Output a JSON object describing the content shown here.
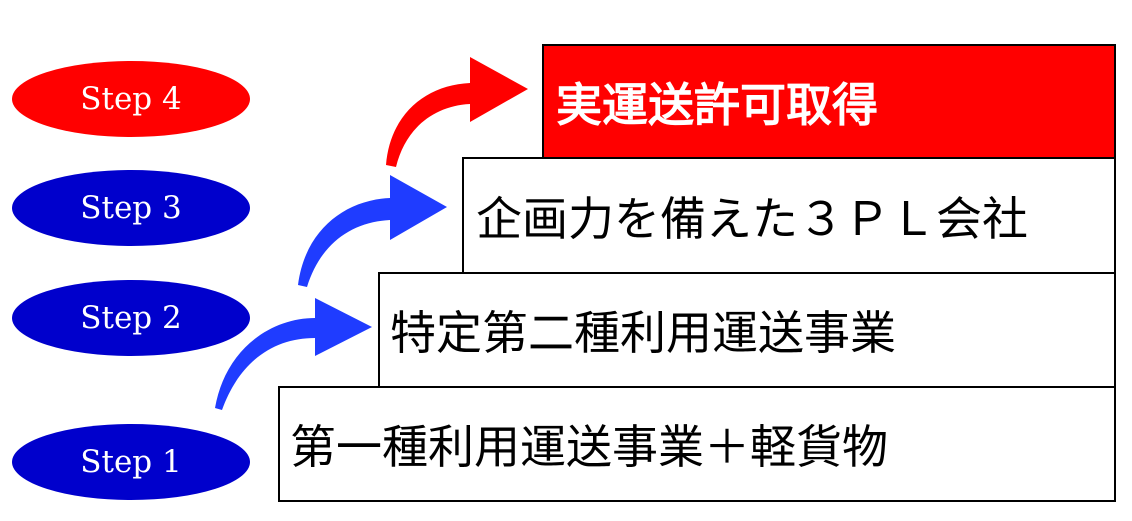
{
  "steps": [
    {
      "label": "Step 4",
      "fill": "#ff0000"
    },
    {
      "label": "Step 3",
      "fill": "#0000cc"
    },
    {
      "label": "Step 2",
      "fill": "#0000cc"
    },
    {
      "label": "Step 1",
      "fill": "#0000cc"
    }
  ],
  "stairs": [
    {
      "text": "実運送許可取得",
      "fill": "#ff0000",
      "text_color": "#ffffff",
      "bold": true
    },
    {
      "text": "企画力を備えた３ＰＬ会社",
      "fill": "#ffffff",
      "text_color": "#000000",
      "bold": false
    },
    {
      "text": "特定第二種利用運送事業",
      "fill": "#ffffff",
      "text_color": "#000000",
      "bold": false
    },
    {
      "text": "第一種利用運送事業＋軽貨物",
      "fill": "#ffffff",
      "text_color": "#000000",
      "bold": false
    }
  ],
  "arrows": [
    {
      "name": "arrow-step1-to-step2",
      "color": "#1f3cff"
    },
    {
      "name": "arrow-step2-to-step3",
      "color": "#1f3cff"
    },
    {
      "name": "arrow-step3-to-step4",
      "color": "#ff0000"
    }
  ]
}
